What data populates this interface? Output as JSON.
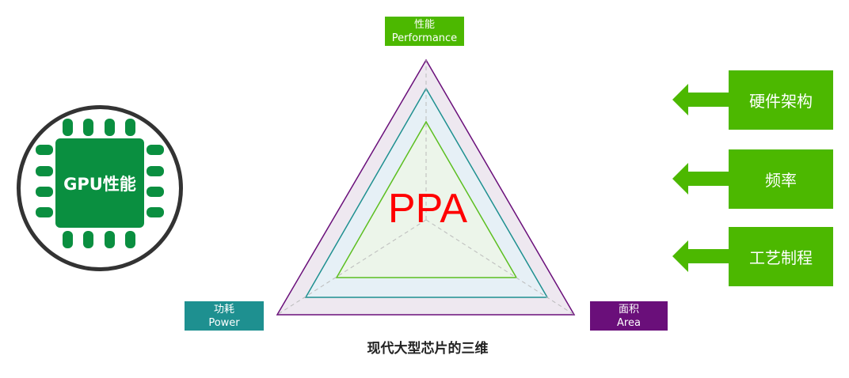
{
  "chip": {
    "label": "GPU性能",
    "color": "#0a8f40"
  },
  "diagram": {
    "center_text": "PPA",
    "caption": "现代大型芯片的三维",
    "performance": {
      "zh": "性能",
      "en": "Performance",
      "color": "#4cb800"
    },
    "power": {
      "zh": "功耗",
      "en": "Power",
      "color": "#1e9090"
    },
    "area": {
      "zh": "面积",
      "en": "Area",
      "color": "#6a0f7a"
    }
  },
  "factors": [
    {
      "label": "硬件架构"
    },
    {
      "label": "频率"
    },
    {
      "label": "工艺制程"
    }
  ],
  "factor_color": "#4cb800"
}
